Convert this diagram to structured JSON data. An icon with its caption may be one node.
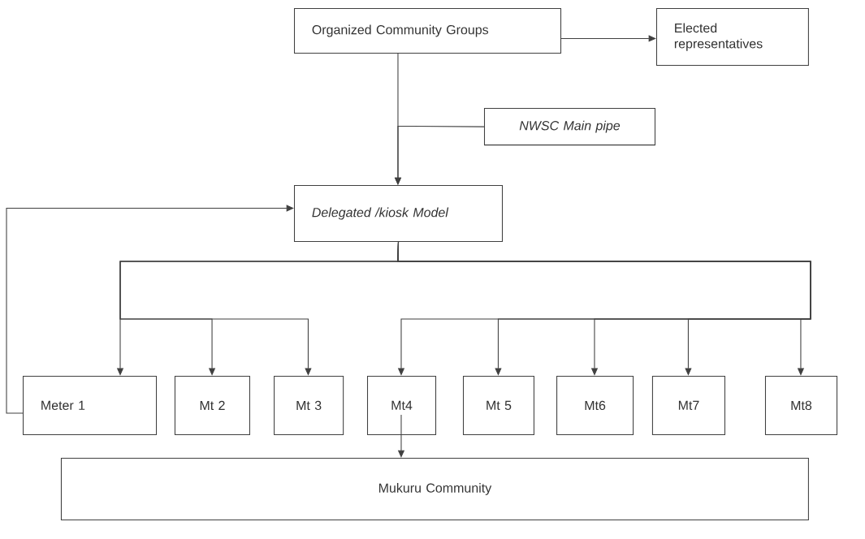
{
  "diagram": {
    "nodes": [
      {
        "text": [
          "Organized Community Groups"
        ]
      },
      {
        "text": [
          "Elected representatives"
        ]
      },
      {
        "text": [
          "NWSC Main pipe"
        ]
      },
      {
        "text": [
          "Delegated /kiosk Model"
        ]
      },
      {
        "text": [
          "Meter 1"
        ]
      },
      {
        "text": [
          "Mt 2"
        ]
      },
      {
        "text": [
          "Mt 3"
        ]
      },
      {
        "text": [
          "Mt4"
        ]
      },
      {
        "text": [
          "Mt 5"
        ]
      },
      {
        "text": [
          "Mt6"
        ]
      },
      {
        "text": [
          "Mt7"
        ]
      },
      {
        "text": [
          "Mt8"
        ]
      },
      {
        "text": [
          "Mukuru Community"
        ]
      }
    ],
    "edges": [
      {
        "from": 0,
        "to": 1,
        "arrow": "to"
      },
      {
        "from": 0,
        "to": 3,
        "arrow": "to"
      },
      {
        "from": 2,
        "to": 3,
        "arrow": "to"
      },
      {
        "from": 3,
        "to": 4,
        "arrow": "to"
      },
      {
        "from": 3,
        "to": 5,
        "arrow": "to"
      },
      {
        "from": 3,
        "to": 6,
        "arrow": "to"
      },
      {
        "from": 3,
        "to": 7,
        "arrow": "to"
      },
      {
        "from": 3,
        "to": 8,
        "arrow": "to"
      },
      {
        "from": 3,
        "to": 9,
        "arrow": "to"
      },
      {
        "from": 3,
        "to": 10,
        "arrow": "to"
      },
      {
        "from": 3,
        "to": 11,
        "arrow": "to"
      },
      {
        "from": 4,
        "to": 3,
        "arrow": "to"
      },
      {
        "from": 7,
        "to": 12,
        "arrow": "to"
      }
    ]
  }
}
